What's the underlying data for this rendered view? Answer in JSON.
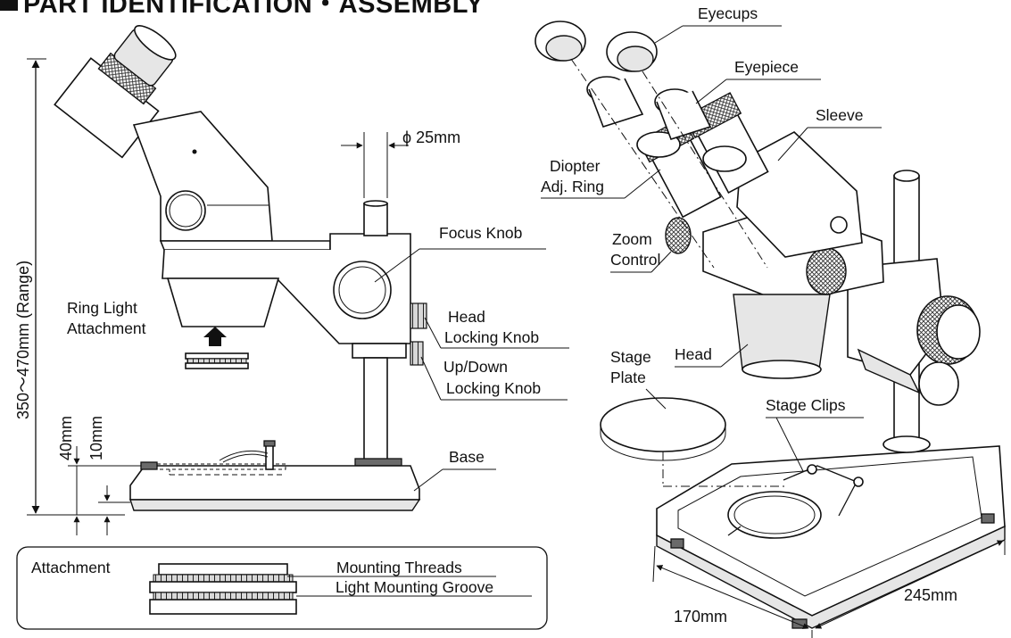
{
  "title": "PART IDENTIFICATION・ASSEMBLY",
  "left_view": {
    "dim_height": "350～470mm (Range)",
    "dim_pillar": "ϕ 25mm",
    "dim_40": "40mm",
    "dim_10": "10mm",
    "labels": {
      "ring_light_1": "Ring Light",
      "ring_light_2": "Attachment",
      "focus_knob": "Focus Knob",
      "head_lock_1": "Head",
      "head_lock_2": "Locking Knob",
      "updown_1": "Up/Down",
      "updown_2": "Locking Knob",
      "base": "Base"
    }
  },
  "attachment_box": {
    "title": "Attachment",
    "mounting_threads": "Mounting Threads",
    "light_groove": "Light Mounting Groove"
  },
  "right_view": {
    "labels": {
      "eyecups": "Eyecups",
      "eyepiece": "Eyepiece",
      "sleeve": "Sleeve",
      "diopter_1": "Diopter",
      "diopter_2": "Adj. Ring",
      "zoom_1": "Zoom",
      "zoom_2": "Control",
      "head": "Head",
      "stage_plate_1": "Stage",
      "stage_plate_2": "Plate",
      "stage_clips": "Stage Clips"
    },
    "dim_width": "170mm",
    "dim_depth": "245mm"
  }
}
